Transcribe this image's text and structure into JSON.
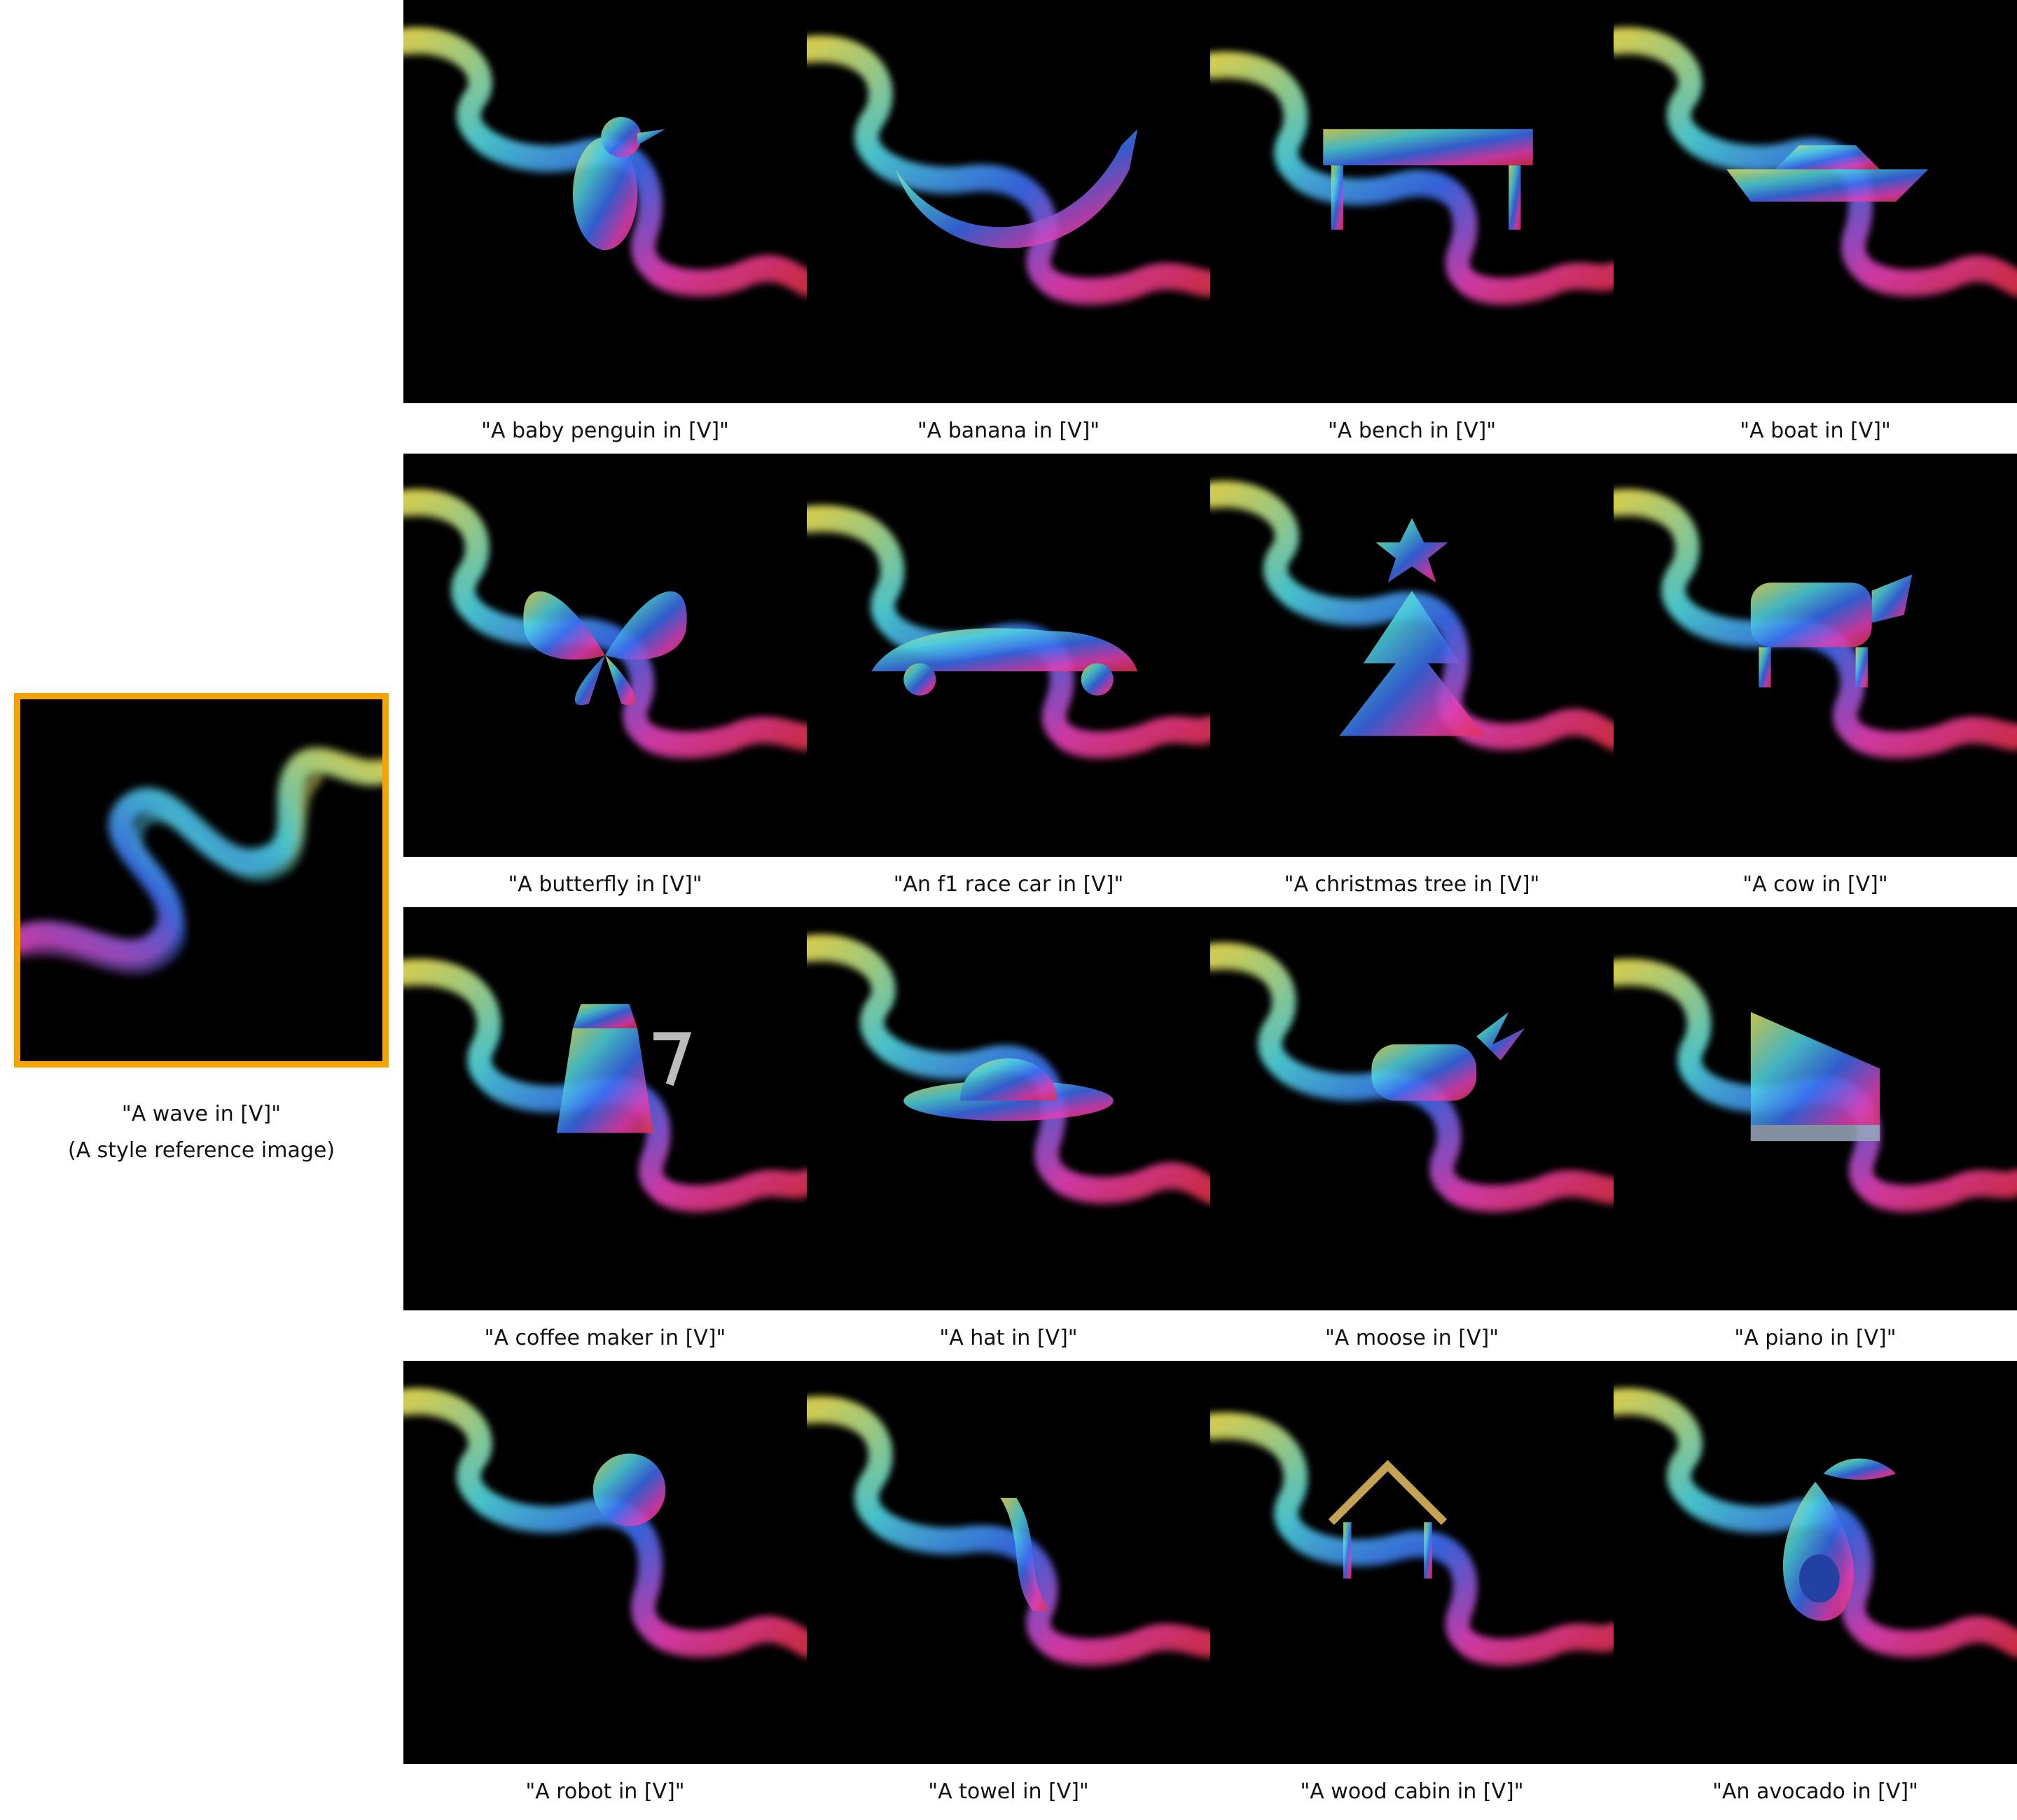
{
  "reference": {
    "caption_line1": "\"A wave in [V]\"",
    "caption_line2": "(A style reference image)",
    "frame_color": "#f5a300"
  },
  "grid": [
    {
      "caption": "\"A baby penguin in [V]\"",
      "subject": "penguin-icon"
    },
    {
      "caption": "\"A banana in [V]\"",
      "subject": "banana-icon"
    },
    {
      "caption": "\"A bench in [V]\"",
      "subject": "bench-icon"
    },
    {
      "caption": "\"A boat in [V]\"",
      "subject": "boat-icon"
    },
    {
      "caption": "\"A butterfly in [V]\"",
      "subject": "butterfly-icon"
    },
    {
      "caption": "\"An f1 race car in [V]\"",
      "subject": "race-car-icon"
    },
    {
      "caption": "\"A christmas tree in [V]\"",
      "subject": "christmas-tree-icon"
    },
    {
      "caption": "\"A cow in [V]\"",
      "subject": "cow-icon"
    },
    {
      "caption": "\"A coffee maker in [V]\"",
      "subject": "coffee-maker-icon"
    },
    {
      "caption": "\"A hat in [V]\"",
      "subject": "hat-icon"
    },
    {
      "caption": "\"A moose in [V]\"",
      "subject": "moose-icon"
    },
    {
      "caption": "\"A piano in [V]\"",
      "subject": "piano-icon"
    },
    {
      "caption": "\"A robot in [V]\"",
      "subject": "robot-icon"
    },
    {
      "caption": "\"A towel in [V]\"",
      "subject": "towel-icon"
    },
    {
      "caption": "\"A wood cabin in [V]\"",
      "subject": "cabin-icon"
    },
    {
      "caption": "\"An avocado in [V]\"",
      "subject": "avocado-icon"
    }
  ],
  "colors": {
    "background": "#000000",
    "smoke_yellow": "#e8e25a",
    "smoke_cyan": "#4fd6e0",
    "smoke_blue": "#3a6cf0",
    "smoke_magenta": "#e43fb6",
    "smoke_red": "#e0304a"
  }
}
